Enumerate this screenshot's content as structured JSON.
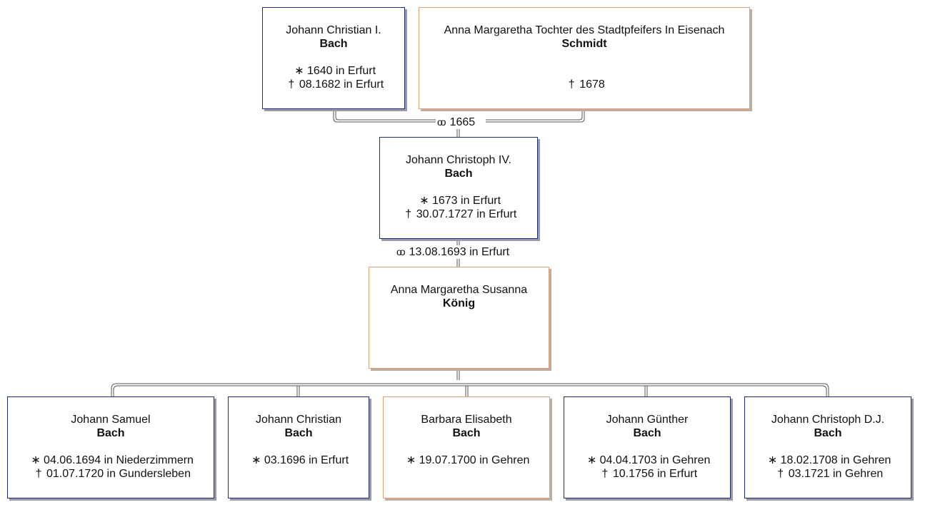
{
  "symbols": {
    "birth": "∗",
    "death": "†",
    "marriage": "oo"
  },
  "colors": {
    "male_border": "#1f2a7a",
    "female_border": "#d9a07a"
  },
  "people": {
    "p1": {
      "given": "Johann Christian I.",
      "surname": "Bach",
      "birth": "1640 in Erfurt",
      "death": "08.1682 in Erfurt"
    },
    "p2": {
      "given": "Anna Margaretha Tochter des Stadtpfeifers In Eisenach",
      "surname": "Schmidt",
      "death": "1678"
    },
    "p3": {
      "given": "Johann Christoph IV.",
      "surname": "Bach",
      "birth": "1673 in Erfurt",
      "death": "30.07.1727 in Erfurt"
    },
    "p4": {
      "given": "Anna Margaretha Susanna",
      "surname": "König"
    },
    "c1": {
      "given": "Johann Samuel",
      "surname": "Bach",
      "birth": "04.06.1694 in Niederzimmern",
      "death": "01.07.1720 in Gundersleben"
    },
    "c2": {
      "given": "Johann Christian",
      "surname": "Bach",
      "birth": "03.1696 in Erfurt"
    },
    "c3": {
      "given": "Barbara Elisabeth",
      "surname": "Bach",
      "birth": "19.07.1700 in Gehren"
    },
    "c4": {
      "given": "Johann Günther",
      "surname": "Bach",
      "birth": "04.04.1703 in Gehren",
      "death": "10.1756 in Erfurt"
    },
    "c5": {
      "given": "Johann Christoph D.J.",
      "surname": "Bach",
      "birth": "18.02.1708 in Gehren",
      "death": "03.1721 in Gehren"
    }
  },
  "marriages": {
    "m1": {
      "date": "1665"
    },
    "m2": {
      "date": "13.08.1693 in Erfurt"
    }
  }
}
